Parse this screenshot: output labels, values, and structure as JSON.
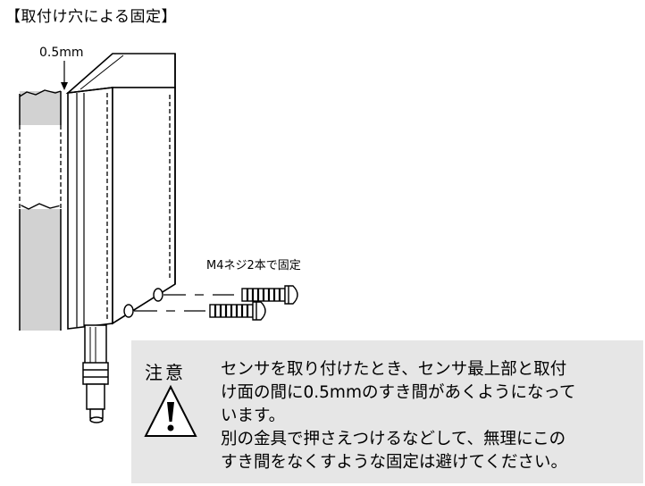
{
  "heading": "【取付け穴による固定】",
  "labels": {
    "gap": "0.5mm",
    "screws": "M4ネジ2本で固定"
  },
  "note": {
    "label": "注意",
    "lines": [
      "センサを取り付けたとき、センサ最上部と取付",
      "け面の間に0.5mmのすき間があくようになって",
      "います。",
      "別の金具で押さえつけるなどして、無理にこの",
      "すき間をなくすような固定は避けてください。"
    ],
    "icon": "warning-triangle-icon"
  },
  "colors": {
    "line": "#000000",
    "shade": "#d2d2d2",
    "note_bg": "#e6e6e6"
  }
}
